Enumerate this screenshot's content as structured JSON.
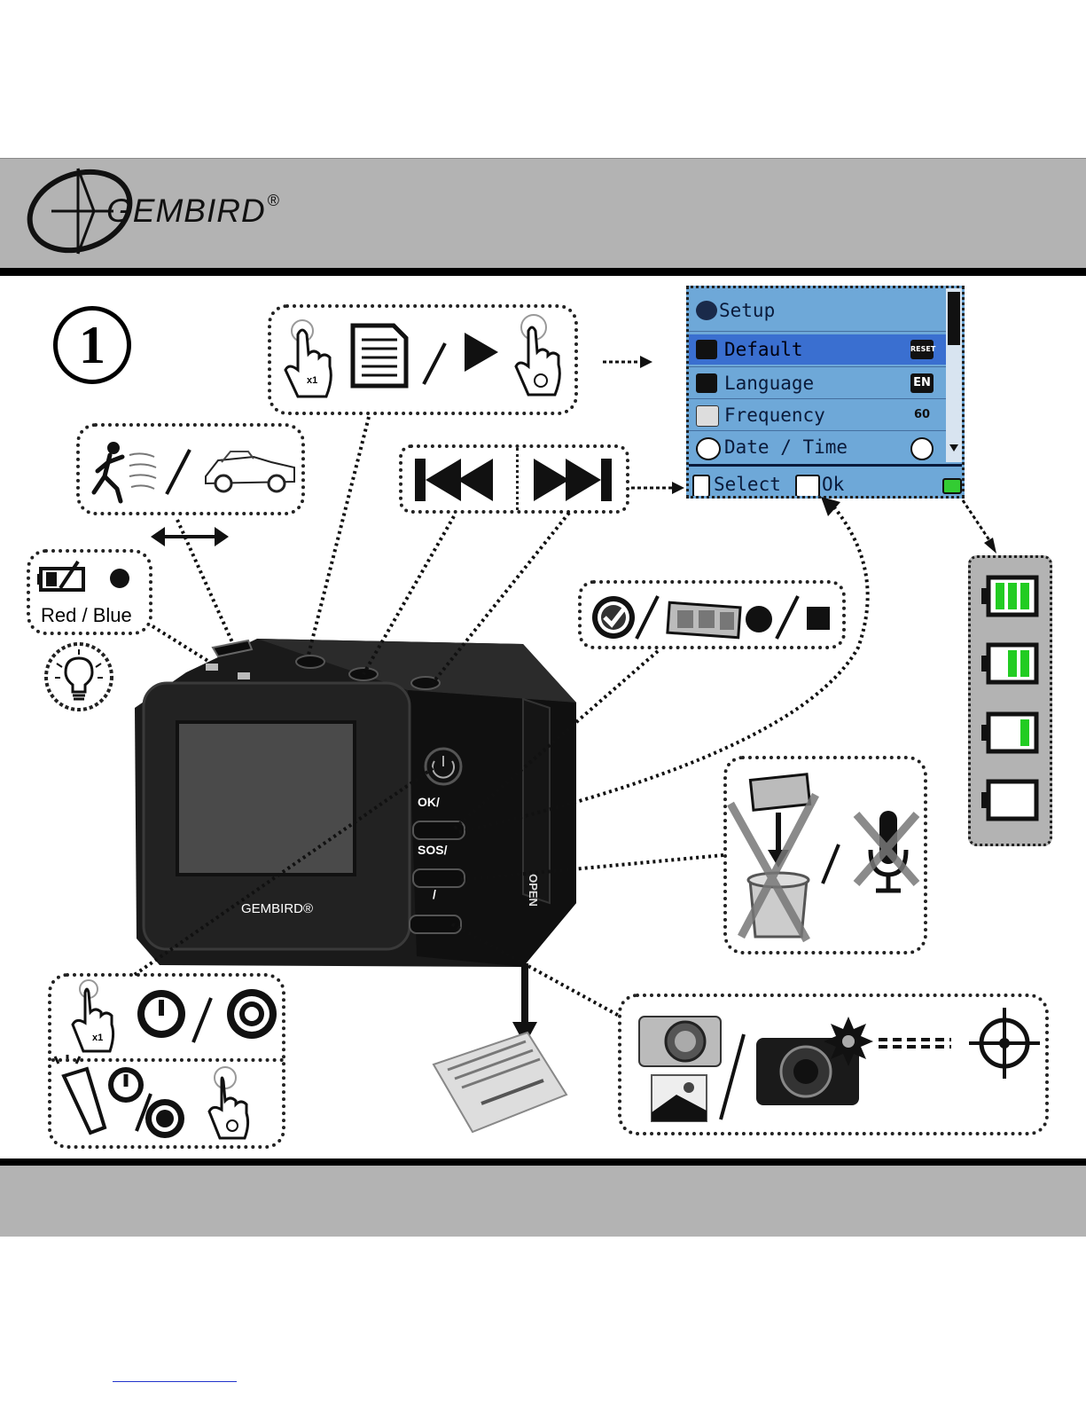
{
  "brand": {
    "name": "GEMBIRD",
    "mark": "®"
  },
  "step": {
    "number": "1"
  },
  "legend_indicator": {
    "red_label": "Red",
    "separator": "/",
    "blue_label": "Blue"
  },
  "gesture": {
    "tap_count": "x1"
  },
  "setup_screen": {
    "title": "Setup",
    "items": [
      {
        "label": "Default",
        "icon": "reset-icon",
        "badge": "RESET"
      },
      {
        "label": "Language",
        "icon": "language-icon",
        "badge": "EN"
      },
      {
        "label": "Frequency",
        "icon": "frequency-icon",
        "badge": "60"
      },
      {
        "label": "Date / Time",
        "icon": "clock-icon",
        "badge": ""
      }
    ],
    "footer_select": "Select",
    "footer_ok": "Ok"
  },
  "camera": {
    "btn_ok": "OK/",
    "btn_sos": "SOS/",
    "btn_photo": "/",
    "door": "OPEN",
    "front_brand": "GEMBIRD®"
  },
  "colors": {
    "band": "#b3b3b3",
    "screen": "#6ea8d8",
    "battery_green": "#22cc22"
  },
  "battery_levels": [
    3,
    2,
    1,
    0
  ]
}
